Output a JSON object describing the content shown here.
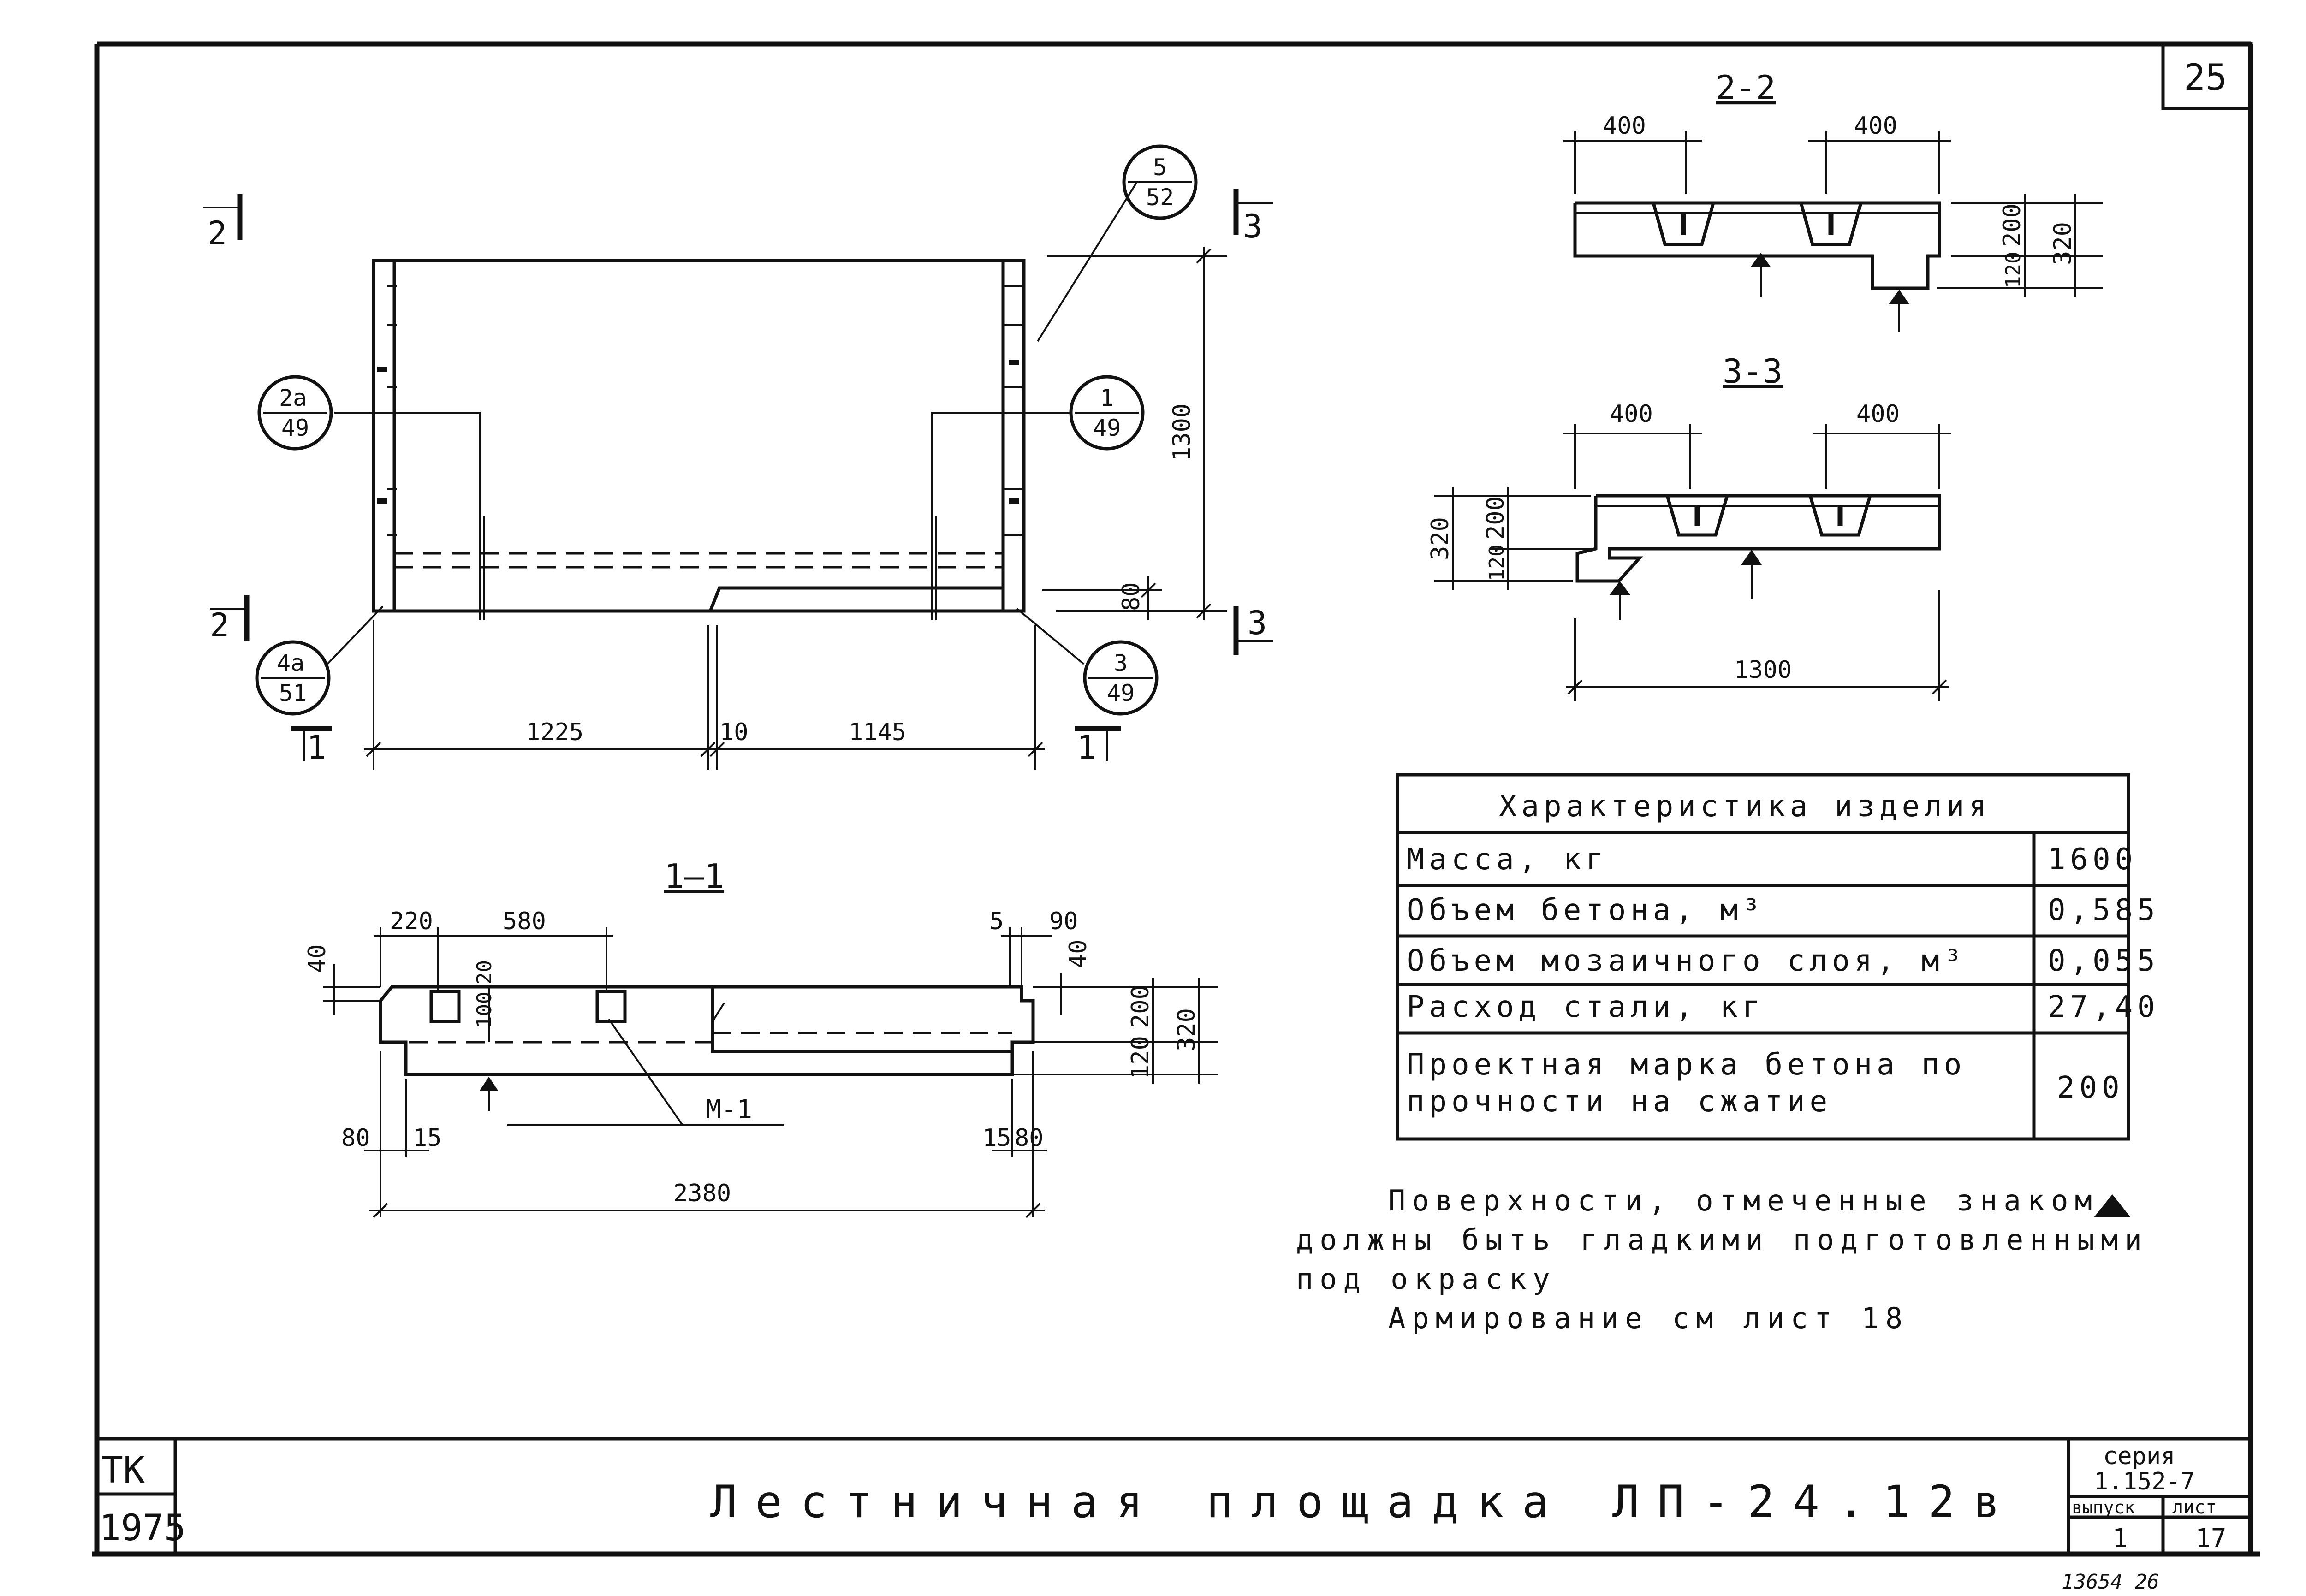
{
  "sheet": {
    "corner_number": "25",
    "bottom_note": "13654 26"
  },
  "title_block": {
    "title": "Лестничная площадка ЛП-24.12в",
    "stamp_top": "ТК",
    "stamp_year": "1975",
    "series_label": "серия",
    "series_value": "1.152-7",
    "issue_label": "выпуск",
    "issue_value": "1",
    "sheet_label": "лист",
    "sheet_value": "17"
  },
  "plan_view": {
    "cut_labels": [
      "2",
      "2",
      "3",
      "3",
      "1",
      "1"
    ],
    "dims": {
      "left_len": "1225",
      "gap": "10",
      "right_len": "1145",
      "height": "1300",
      "edge": "80"
    },
    "callouts": [
      {
        "top": "2а",
        "bottom": "49"
      },
      {
        "top": "4а",
        "bottom": "51"
      },
      {
        "top": "5",
        "bottom": "52"
      },
      {
        "top": "1",
        "bottom": "49"
      },
      {
        "top": "3",
        "bottom": "49"
      }
    ]
  },
  "section_1_1": {
    "label": "1—1",
    "dims": {
      "d220": "220",
      "d580": "580",
      "d5": "5",
      "d90": "90",
      "d40a": "40",
      "d40b": "40",
      "d20": "20",
      "d100": "100",
      "d200": "200",
      "d120": "120",
      "d320": "320",
      "d80a": "80",
      "d15a": "15",
      "d15b": "15",
      "d80b": "80",
      "total": "2380"
    },
    "mark": "М-1"
  },
  "section_2_2": {
    "label": "2-2",
    "dims": {
      "w1": "400",
      "w2": "400",
      "h200": "200",
      "h320": "320",
      "h120": "120"
    }
  },
  "section_3_3": {
    "label": "3-3",
    "dims": {
      "w1": "400",
      "w2": "400",
      "h320": "320",
      "h200": "200",
      "h120": "120",
      "total": "1300"
    }
  },
  "properties_table": {
    "header": "Характеристика изделия",
    "rows": [
      {
        "name": "Масса, кг",
        "value": "1600"
      },
      {
        "name": "Объем бетона, м³",
        "value": "0,585"
      },
      {
        "name": "Объем мозаичного слоя, м³",
        "value": "0,055"
      },
      {
        "name": "Расход стали, кг",
        "value": "27,40"
      },
      {
        "name": "Проектная марка бетона по",
        "name2": "прочности на сжатие",
        "value": "200"
      }
    ]
  },
  "notes": {
    "line1": "Поверхности, отмеченные знаком",
    "line2": "должны быть гладкими подготовленными",
    "line3": "под окраску",
    "line4": "Армирование см лист 18"
  }
}
